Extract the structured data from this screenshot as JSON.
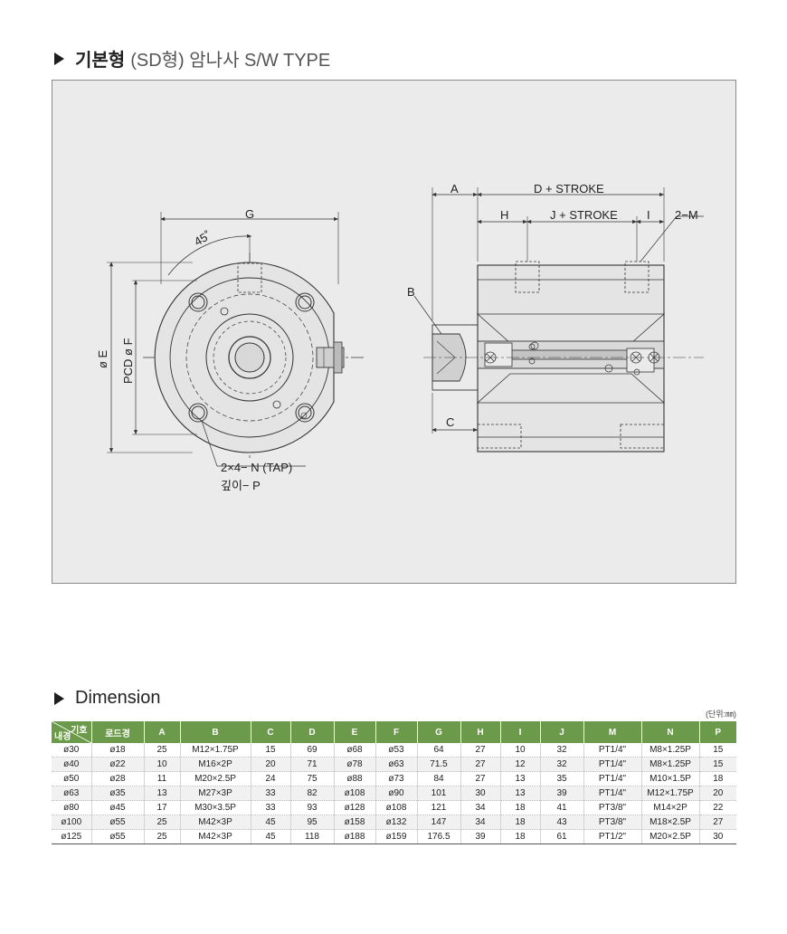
{
  "title1": {
    "bold": "기본형",
    "light": "(SD형) 암나사 S/W TYPE"
  },
  "diagram_labels": {
    "G": "G",
    "angle": "45˚",
    "E": "ø E",
    "F": "PCD ø F",
    "tap": "2×4− N (TAP)",
    "depth": "깊이− P",
    "A": "A",
    "D": "D + STROKE",
    "H": "H",
    "J": "J + STROKE",
    "I": "I",
    "M": "2−M",
    "B": "B",
    "C": "C"
  },
  "title2": "Dimension",
  "unit": "(단위:㎜)",
  "table": {
    "corner_top": "기호",
    "corner_bottom": "내경",
    "headers": [
      "로드경",
      "A",
      "B",
      "C",
      "D",
      "E",
      "F",
      "G",
      "H",
      "I",
      "J",
      "M",
      "N",
      "P"
    ],
    "rows": [
      [
        "ø30",
        "ø18",
        "25",
        "M12×1.75P",
        "15",
        "69",
        "ø68",
        "ø53",
        "64",
        "27",
        "10",
        "32",
        "PT1/4\"",
        "M8×1.25P",
        "15"
      ],
      [
        "ø40",
        "ø22",
        "10",
        "M16×2P",
        "20",
        "71",
        "ø78",
        "ø63",
        "71.5",
        "27",
        "12",
        "32",
        "PT1/4\"",
        "M8×1.25P",
        "15"
      ],
      [
        "ø50",
        "ø28",
        "11",
        "M20×2.5P",
        "24",
        "75",
        "ø88",
        "ø73",
        "84",
        "27",
        "13",
        "35",
        "PT1/4\"",
        "M10×1.5P",
        "18"
      ],
      [
        "ø63",
        "ø35",
        "13",
        "M27×3P",
        "33",
        "82",
        "ø108",
        "ø90",
        "101",
        "30",
        "13",
        "39",
        "PT1/4\"",
        "M12×1.75P",
        "20"
      ],
      [
        "ø80",
        "ø45",
        "17",
        "M30×3.5P",
        "33",
        "93",
        "ø128",
        "ø108",
        "121",
        "34",
        "18",
        "41",
        "PT3/8\"",
        "M14×2P",
        "22"
      ],
      [
        "ø100",
        "ø55",
        "25",
        "M42×3P",
        "45",
        "95",
        "ø158",
        "ø132",
        "147",
        "34",
        "18",
        "43",
        "PT3/8\"",
        "M18×2.5P",
        "27"
      ],
      [
        "ø125",
        "ø55",
        "25",
        "M42×3P",
        "45",
        "118",
        "ø188",
        "ø159",
        "176.5",
        "39",
        "18",
        "61",
        "PT1/2\"",
        "M20×2.5P",
        "30"
      ]
    ]
  }
}
